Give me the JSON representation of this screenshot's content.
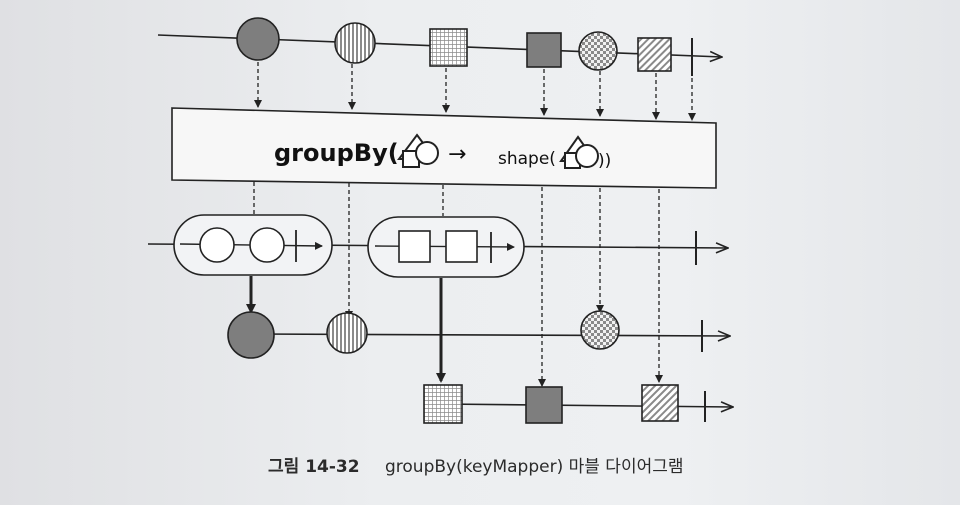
{
  "operator": {
    "name": "groupBy(",
    "arrow": "→",
    "key_fn": "shape(",
    "close": "))"
  },
  "caption": {
    "figure_number": "그림 14-32",
    "title": "groupBy(keyMapper) 마블 다이어그램"
  },
  "colors": {
    "line": "#222222",
    "box_fill": "#f7f7f7",
    "dark_gray": "#7e7e7e",
    "background": "#eceef0"
  },
  "source_items": [
    {
      "shape": "circle",
      "pattern": "solid-gray"
    },
    {
      "shape": "circle",
      "pattern": "vertical-stripes"
    },
    {
      "shape": "square",
      "pattern": "grid"
    },
    {
      "shape": "square",
      "pattern": "solid-gray"
    },
    {
      "shape": "circle",
      "pattern": "checker"
    },
    {
      "shape": "square",
      "pattern": "diagonal-stripes"
    }
  ],
  "groups": [
    {
      "key": "circle",
      "items": [
        "solid-gray",
        "vertical-stripes",
        "checker"
      ]
    },
    {
      "key": "square",
      "items": [
        "grid",
        "solid-gray",
        "diagonal-stripes"
      ]
    }
  ]
}
